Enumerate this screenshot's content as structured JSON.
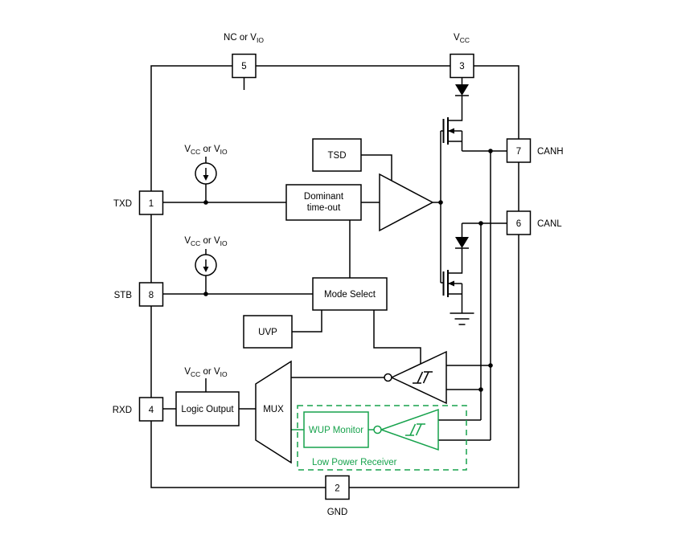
{
  "colors": {
    "line": "#000000",
    "green": "#16a24c"
  },
  "pins": {
    "pin5": {
      "number": "5",
      "label_pre": "NC or V",
      "label_sub": "IO"
    },
    "pin3": {
      "number": "3",
      "label_pre": "V",
      "label_sub": "CC"
    },
    "pin7": {
      "number": "7",
      "label": "CANH"
    },
    "pin6": {
      "number": "6",
      "label": "CANL"
    },
    "pin1": {
      "number": "1",
      "label": "TXD"
    },
    "pin8": {
      "number": "8",
      "label": "STB"
    },
    "pin4": {
      "number": "4",
      "label": "RXD"
    },
    "pin2": {
      "number": "2",
      "label": "GND"
    }
  },
  "supply_label": {
    "p1": "V",
    "s1": "CC",
    "p2": " or V",
    "s2": "IO"
  },
  "blocks": {
    "tsd": "TSD",
    "dominant_line1": "Dominant",
    "dominant_line2": "time-out",
    "mode_select": "Mode Select",
    "uvp": "UVP",
    "logic_output": "Logic Output",
    "mux": "MUX",
    "wup_monitor": "WUP Monitor",
    "low_power_receiver": "Low Power Receiver"
  }
}
